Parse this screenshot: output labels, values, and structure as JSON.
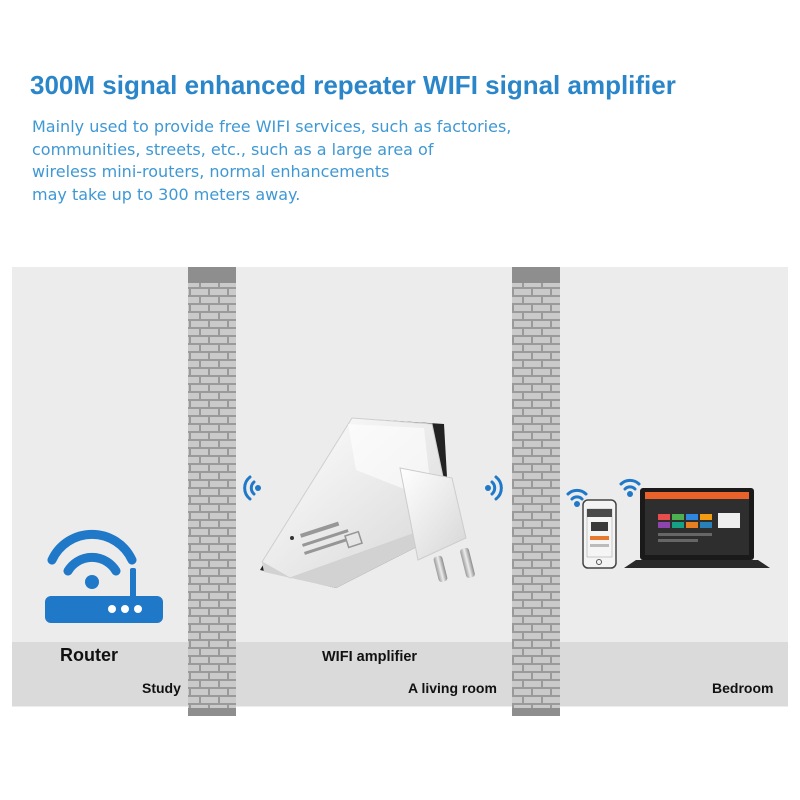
{
  "header": {
    "title": "300M signal enhanced repeater WIFI signal amplifier",
    "description": [
      "Mainly used to provide free WIFI services, such as factories,",
      "communities, streets, etc., such as a large area of",
      "wireless mini-routers, normal enhancements",
      "may take up to 300 meters away."
    ]
  },
  "scene": {
    "device_labels": {
      "router": "Router",
      "amplifier": "WIFI amplifier"
    },
    "rooms": [
      "Study",
      "A living room",
      "Bedroom"
    ]
  },
  "colors": {
    "accent_blue": "#2a86c9",
    "text_blue": "#3e98d4",
    "icon_blue": "#1f78c8",
    "room_background": "#ececec",
    "floor_band": "#d9d9d9",
    "brick": "#c9c9c9",
    "mortar": "#9a9a9a"
  },
  "icons": [
    "router-icon",
    "wifi-signal-icon",
    "wifi-amplifier-plug",
    "smartphone-icon",
    "laptop-icon"
  ]
}
